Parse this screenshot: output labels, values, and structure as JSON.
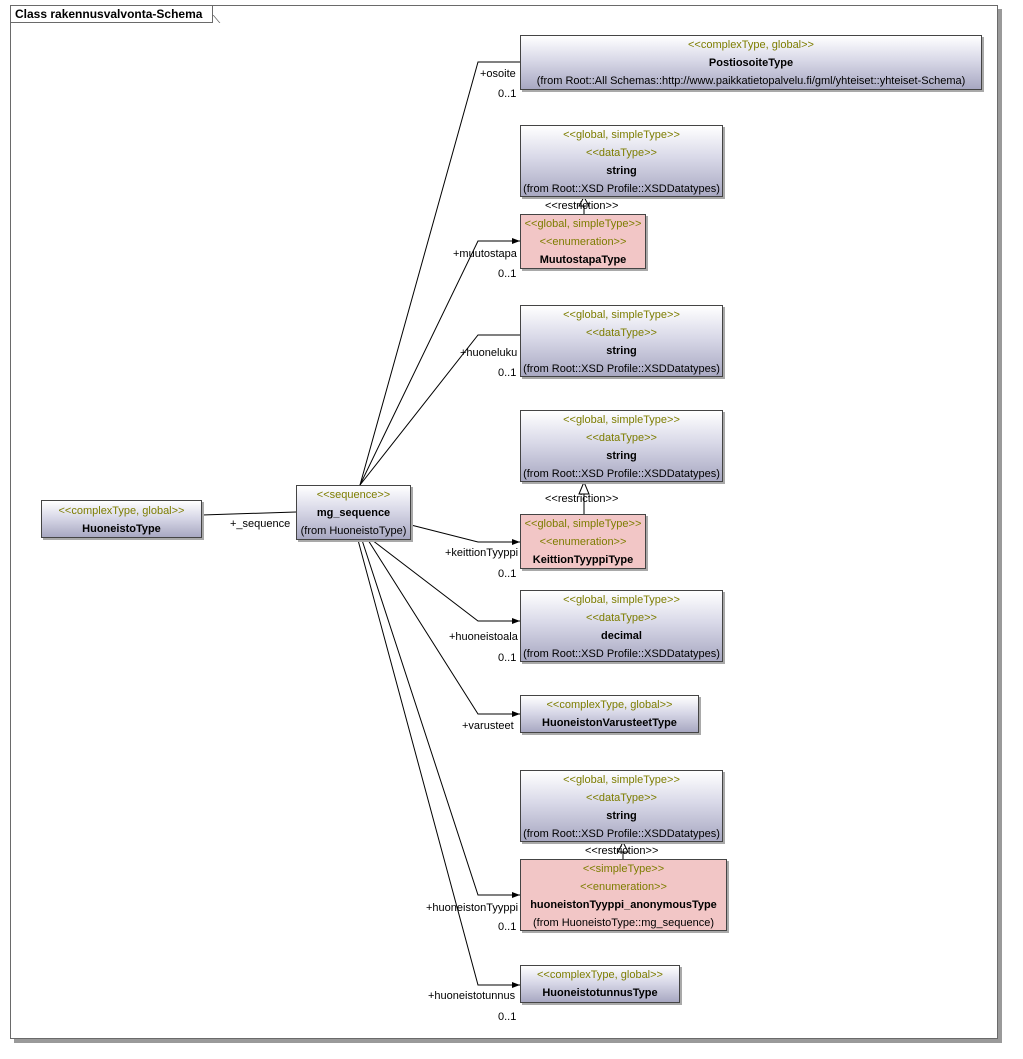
{
  "diagram": {
    "title": "Class rakennusvalvonta-Schema",
    "root": {
      "stereotype": "<<complexType, global>>",
      "name": "HuoneistoType"
    },
    "root_role": "+_sequence",
    "sequence": {
      "stereotype": "<<sequence>>",
      "name": "mg_sequence",
      "from": "(from HuoneistoType)"
    },
    "restriction_label": "<<restriction>>",
    "multiplicity": "0..1",
    "targets": {
      "postiosoite": {
        "stereotype": "<<complexType, global>>",
        "name": "PostiosoiteType",
        "from": "(from Root::All Schemas::http://www.paikkatietopalvelu.fi/gml/yhteiset::yhteiset-Schema)",
        "role": "+osoite"
      },
      "string1": {
        "stereotype": "<<global, simpleType>>",
        "stereotype2": "<<dataType>>",
        "name": "string",
        "from": "(from Root::XSD Profile::XSDDatatypes)"
      },
      "muutostapa": {
        "stereotype": "<<global, simpleType>>",
        "stereotype2": "<<enumeration>>",
        "name": "MuutostapaType",
        "role": "+muutostapa"
      },
      "string2": {
        "stereotype": "<<global, simpleType>>",
        "stereotype2": "<<dataType>>",
        "name": "string",
        "from": "(from Root::XSD Profile::XSDDatatypes)",
        "role": "+huoneluku"
      },
      "string3": {
        "stereotype": "<<global, simpleType>>",
        "stereotype2": "<<dataType>>",
        "name": "string",
        "from": "(from Root::XSD Profile::XSDDatatypes)"
      },
      "keittion": {
        "stereotype": "<<global, simpleType>>",
        "stereotype2": "<<enumeration>>",
        "name": "KeittionTyyppiType",
        "role": "+keittionTyyppi"
      },
      "decimal": {
        "stereotype": "<<global, simpleType>>",
        "stereotype2": "<<dataType>>",
        "name": "decimal",
        "from": "(from Root::XSD Profile::XSDDatatypes)",
        "role": "+huoneistoala"
      },
      "varusteet": {
        "stereotype": "<<complexType, global>>",
        "name": "HuoneistonVarusteetType",
        "role": "+varusteet"
      },
      "string4": {
        "stereotype": "<<global, simpleType>>",
        "stereotype2": "<<dataType>>",
        "name": "string",
        "from": "(from Root::XSD Profile::XSDDatatypes)"
      },
      "tyyppi": {
        "stereotype": "<<simpleType>>",
        "stereotype2": "<<enumeration>>",
        "name": "huoneistonTyyppi_anonymousType",
        "from": "(from HuoneistoType::mg_sequence)",
        "role": "+huoneistonTyyppi"
      },
      "tunnus": {
        "stereotype": "<<complexType, global>>",
        "name": "HuoneistotunnusType",
        "role": "+huoneistotunnus"
      }
    }
  }
}
